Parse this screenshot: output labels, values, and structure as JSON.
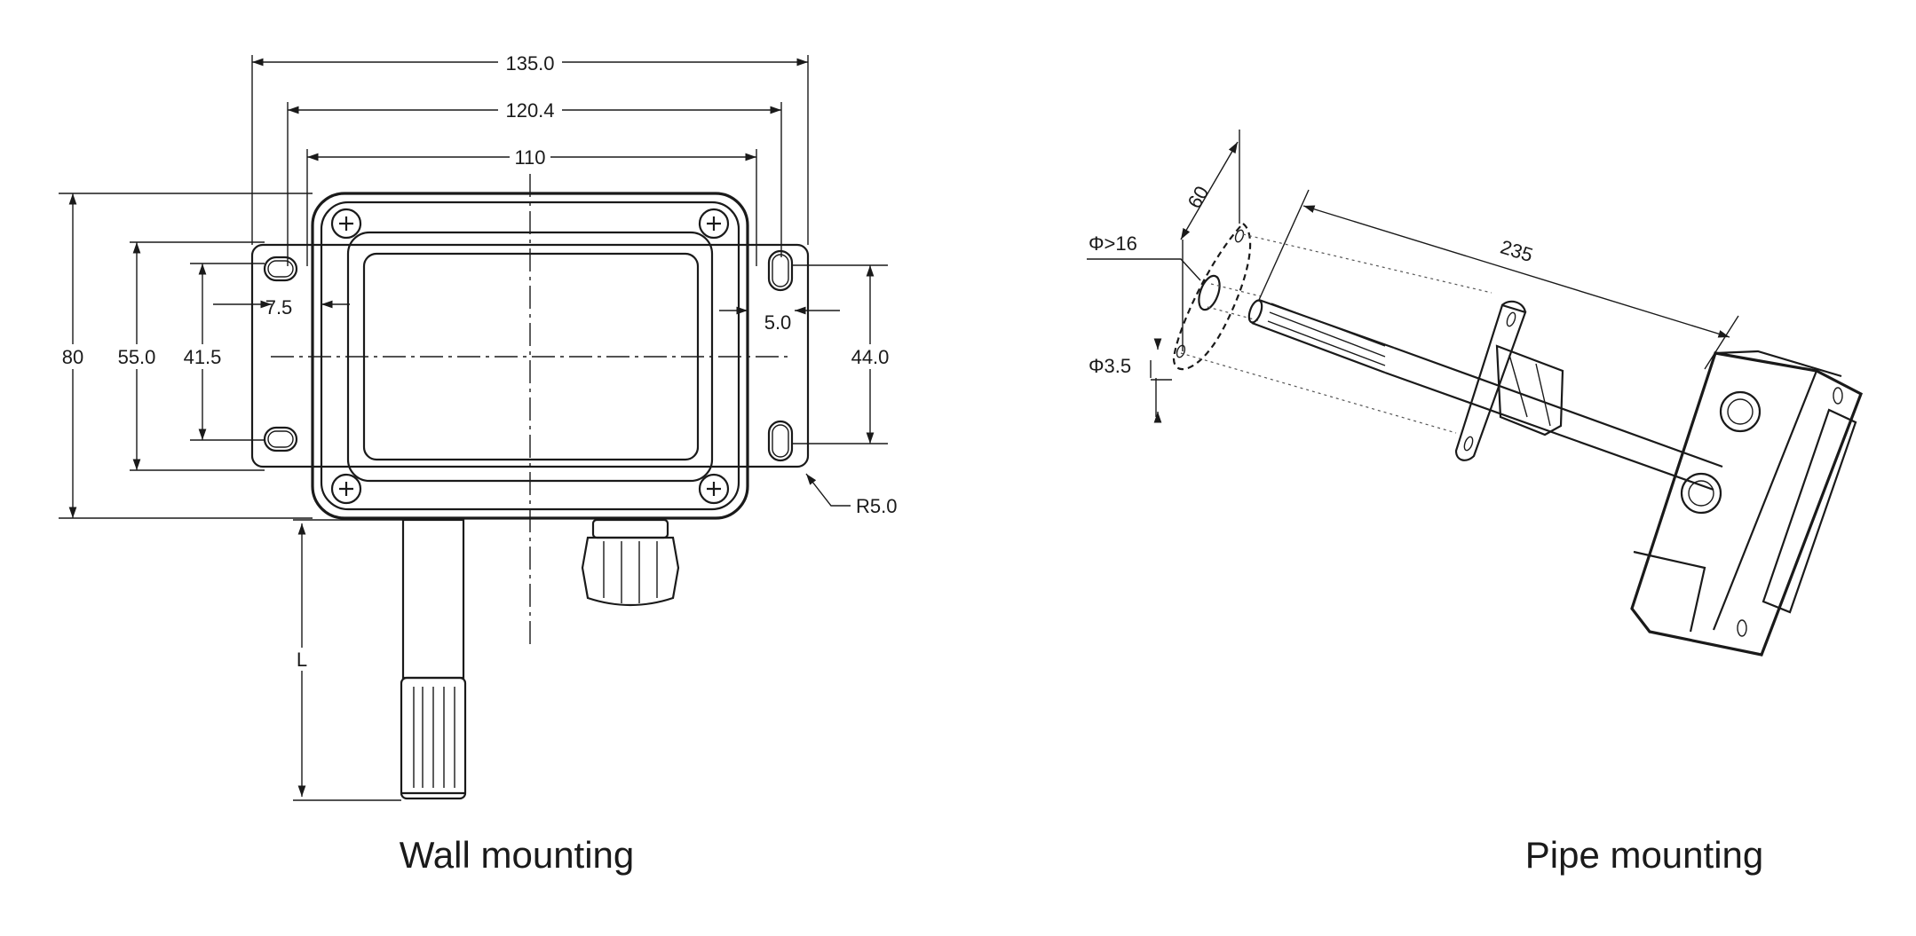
{
  "wall": {
    "caption": "Wall mounting",
    "dim_135": "135.0",
    "dim_120": "120.4",
    "dim_110": "110",
    "dim_80": "80",
    "dim_55": "55.0",
    "dim_41_5": "41.5",
    "dim_7_5": "7.5",
    "dim_5": "5.0",
    "dim_44": "44.0",
    "dim_r5": "R5.0",
    "dim_L": "L"
  },
  "pipe": {
    "caption": "Pipe mounting",
    "dim_60": "60",
    "dim_235": "235",
    "dim_phi16": "Φ>16",
    "dim_phi3_5": "Φ3.5"
  },
  "colors": {
    "line": "#1a1a1a",
    "background": "#ffffff"
  }
}
